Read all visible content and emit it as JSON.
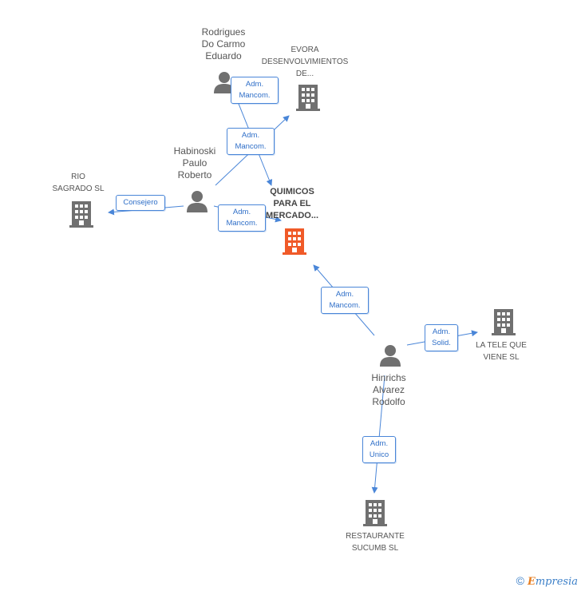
{
  "colors": {
    "edge": "#4a86d8",
    "building": "#707070",
    "building_focus": "#f05a28",
    "person": "#707070"
  },
  "nodes": {
    "quimicos": {
      "lines": [
        "QUIMICOS",
        "PARA EL",
        "MERCADO..."
      ],
      "icon": "building-icon"
    },
    "rio_sagrado": {
      "lines": [
        "RIO",
        "SAGRADO  SL"
      ],
      "icon": "building-icon"
    },
    "evora": {
      "lines": [
        "EVORA",
        "DESENVOLVIMIENTOS",
        "DE..."
      ],
      "icon": "building-icon"
    },
    "la_tele": {
      "lines": [
        "LA TELE QUE",
        "VIENE SL"
      ],
      "icon": "building-icon"
    },
    "restaurante": {
      "lines": [
        "RESTAURANTE",
        "SUCUMB SL"
      ],
      "icon": "building-icon"
    },
    "rodrigues": {
      "lines": [
        "Rodrigues",
        "Do Carmo",
        "Eduardo"
      ],
      "icon": "person-icon"
    },
    "habinoski": {
      "lines": [
        "Habinoski",
        "Paulo",
        "Roberto"
      ],
      "icon": "person-icon"
    },
    "hinrichs": {
      "lines": [
        "Hinrichs",
        "Alvarez",
        "Rodolfo"
      ],
      "icon": "person-icon"
    }
  },
  "relations": [
    {
      "from": "rodrigues",
      "to": "quimicos",
      "label": [
        "Adm.",
        "Mancom."
      ]
    },
    {
      "from": "habinoski",
      "to": "evora",
      "label": [
        "Adm.",
        "Mancom."
      ]
    },
    {
      "from": "habinoski",
      "to": "quimicos",
      "label": [
        "Adm.",
        "Mancom."
      ]
    },
    {
      "from": "habinoski",
      "to": "rio_sagrado",
      "label": [
        "Consejero"
      ]
    },
    {
      "from": "hinrichs",
      "to": "quimicos",
      "label": [
        "Adm.",
        "Mancom."
      ]
    },
    {
      "from": "hinrichs",
      "to": "la_tele",
      "label": [
        "Adm.",
        "Solid."
      ]
    },
    {
      "from": "hinrichs",
      "to": "restaurante",
      "label": [
        "Adm.",
        "Unico"
      ]
    }
  ],
  "footer": {
    "copyright": "©",
    "brand_first": "E",
    "brand_rest": "mpresia"
  }
}
